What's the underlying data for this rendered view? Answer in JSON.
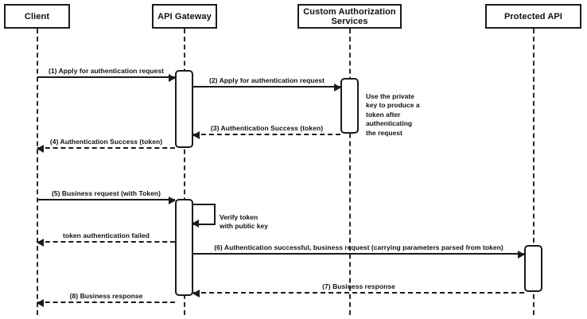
{
  "diagram": {
    "title": "API Gateway token authentication sequence",
    "type": "sequence-diagram",
    "colors": {
      "line": "#1b1b1b",
      "background": "#ffffff",
      "text": "#111111"
    },
    "participants": [
      {
        "id": "client",
        "label": "Client"
      },
      {
        "id": "api-gateway",
        "label": "API Gateway"
      },
      {
        "id": "custom-authorization-services",
        "label": "Custom Authorization\nServices"
      },
      {
        "id": "protected-api",
        "label": "Protected API"
      }
    ],
    "messages": [
      {
        "id": "m1",
        "label": "(1) Apply for authentication request",
        "from": "client",
        "to": "api-gateway",
        "style": "solid",
        "direction": "right"
      },
      {
        "id": "m2",
        "label": "(2) Apply for authentication request",
        "from": "api-gateway",
        "to": "custom-authorization-services",
        "style": "solid",
        "direction": "right"
      },
      {
        "id": "m3",
        "label": "(3) Authentication Success (token)",
        "from": "custom-authorization-services",
        "to": "api-gateway",
        "style": "dashed",
        "direction": "left"
      },
      {
        "id": "m4",
        "label": "(4) Authentication Success (token)",
        "from": "api-gateway",
        "to": "client",
        "style": "dashed",
        "direction": "left"
      },
      {
        "id": "m5",
        "label": "(5) Business request (with Token)",
        "from": "client",
        "to": "api-gateway",
        "style": "solid",
        "direction": "right"
      },
      {
        "id": "m-fail",
        "label": "token authentication failed",
        "from": "api-gateway",
        "to": "client",
        "style": "dashed",
        "direction": "left"
      },
      {
        "id": "m6",
        "label": "(6) Authentication successful, business request (carrying parameters parsed from token)",
        "from": "api-gateway",
        "to": "protected-api",
        "style": "solid",
        "direction": "right"
      },
      {
        "id": "m7",
        "label": "(7) Business response",
        "from": "protected-api",
        "to": "api-gateway",
        "style": "dashed",
        "direction": "left"
      },
      {
        "id": "m8",
        "label": "(8) Business response",
        "from": "api-gateway",
        "to": "client",
        "style": "dashed",
        "direction": "left"
      }
    ],
    "notes": [
      {
        "id": "note-private-key",
        "label": "Use the private\nkey to produce a\ntoken after\nauthenticating\nthe request",
        "attached_to": "custom-authorization-services"
      },
      {
        "id": "note-verify-token",
        "label": "Verify token\nwith public key",
        "attached_to": "api-gateway"
      }
    ]
  }
}
